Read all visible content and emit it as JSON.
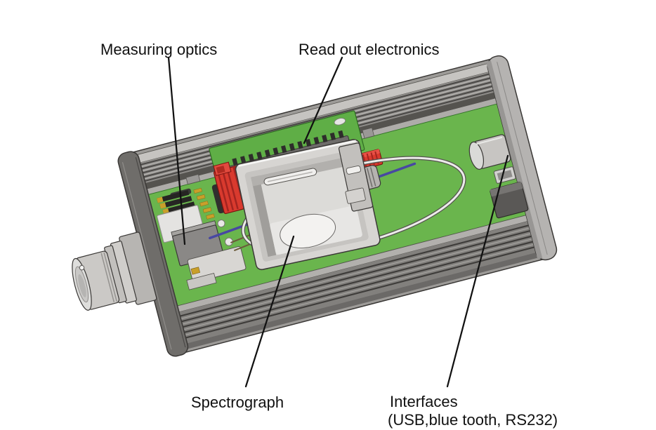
{
  "figure": {
    "background_color": "#ffffff",
    "labels": {
      "measuring_optics": "Measuring optics",
      "read_out_electronics": "Read out electronics",
      "spectrograph": "Spectrograph",
      "interfaces_line1": "Interfaces",
      "interfaces_line2": "(USB,blue tooth, RS232)"
    },
    "colors": {
      "pcb_green": "#6ab54d",
      "daughterboard_green": "#5fae46",
      "connector_red": "#d93a2e",
      "connector_red_dark": "#a32420",
      "wire_blue": "#4848a2",
      "fiber_grey": "#ececea",
      "enclosure_grey": "#9d9b98",
      "label_text": "#111111"
    }
  }
}
